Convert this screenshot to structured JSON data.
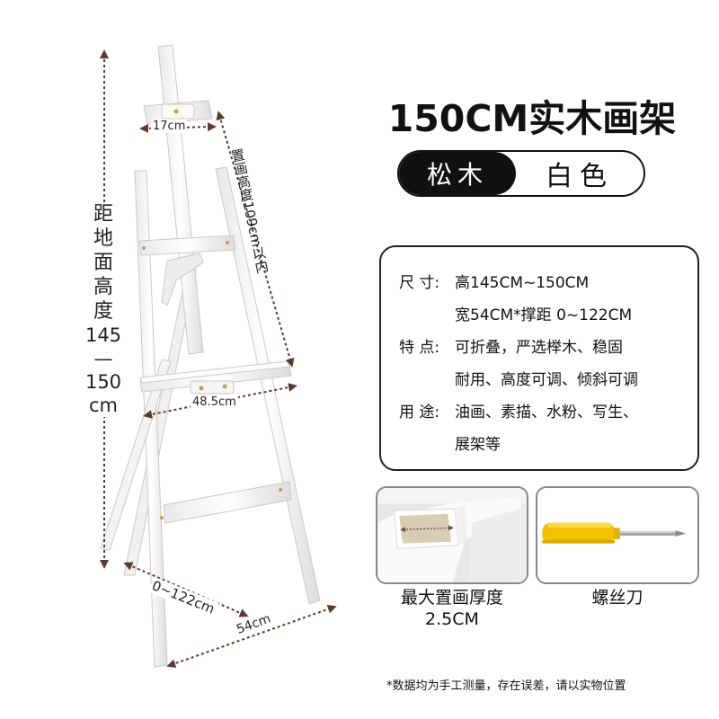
{
  "product_title": "150CM实木画架",
  "color_selector": {
    "material": "松木",
    "color": "白色"
  },
  "dimensions": {
    "top_clamp_width": "17cm",
    "max_canvas_height": "置画高度109cm以内",
    "tray_width": "48.5cm",
    "leg_spread": "0~122cm",
    "base_width": "54cm",
    "height_label_chars": [
      "距",
      "地",
      "面",
      "高",
      "度"
    ],
    "height_label_numbers": [
      "145",
      "—",
      "150",
      "cm"
    ]
  },
  "specs": [
    {
      "key": "尺 寸:",
      "lines": [
        "高145CM~150CM",
        "宽54CM*撑距 0~122CM"
      ]
    },
    {
      "key": "特 点:",
      "lines": [
        "可折叠，严选榉木、稳固",
        "耐用、高度可调、倾斜可调"
      ]
    },
    {
      "key": "用 途:",
      "lines": [
        "油画、素描、水粉、写生、",
        "展架等"
      ]
    }
  ],
  "thumbnails": {
    "board_caption_line1": "最大置画厚度",
    "board_caption_line2": "2.5CM",
    "driver_caption": "螺丝刀"
  },
  "footnote": "*数据均为手工测量，存在误差，请以实物位置",
  "colors": {
    "arrow": "#5a3a34",
    "easel_wood": "#f7f7f7",
    "easel_edge": "#c9c9c9",
    "pill_dark": "#111111",
    "driver_handle": "#f2c200",
    "driver_shaft": "#9a9a9a"
  },
  "icons": [
    "double-arrow-icon",
    "easel-illustration",
    "board-edge-photo",
    "screwdriver-icon"
  ]
}
